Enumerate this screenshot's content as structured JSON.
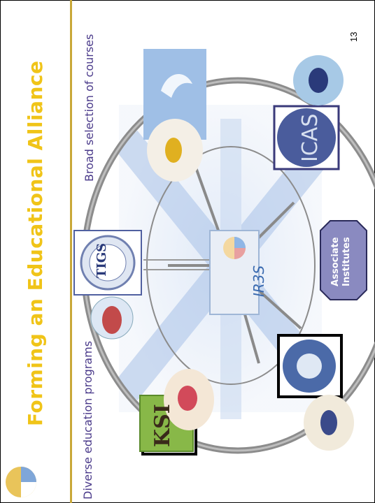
{
  "slide": {
    "title": "Forming an Educational Alliance",
    "subtitle_left": "Diverse education programs",
    "subtitle_right": "Broad selection of courses",
    "page_number": "13"
  },
  "hub": {
    "label": "IR3S"
  },
  "nodes": {
    "associate": {
      "line1": "Associate",
      "line2": "Institutes"
    },
    "tigs": {
      "label": "TIGS"
    },
    "icas": {
      "label": "ICAS"
    },
    "ksi": {
      "label": "KSI"
    }
  },
  "colors": {
    "title": "#f0c418",
    "subtitle": "#4a3a8a",
    "ring": "#888888",
    "associate_fill": "#7a7ab8",
    "ksi_green": "#6aa02a"
  }
}
